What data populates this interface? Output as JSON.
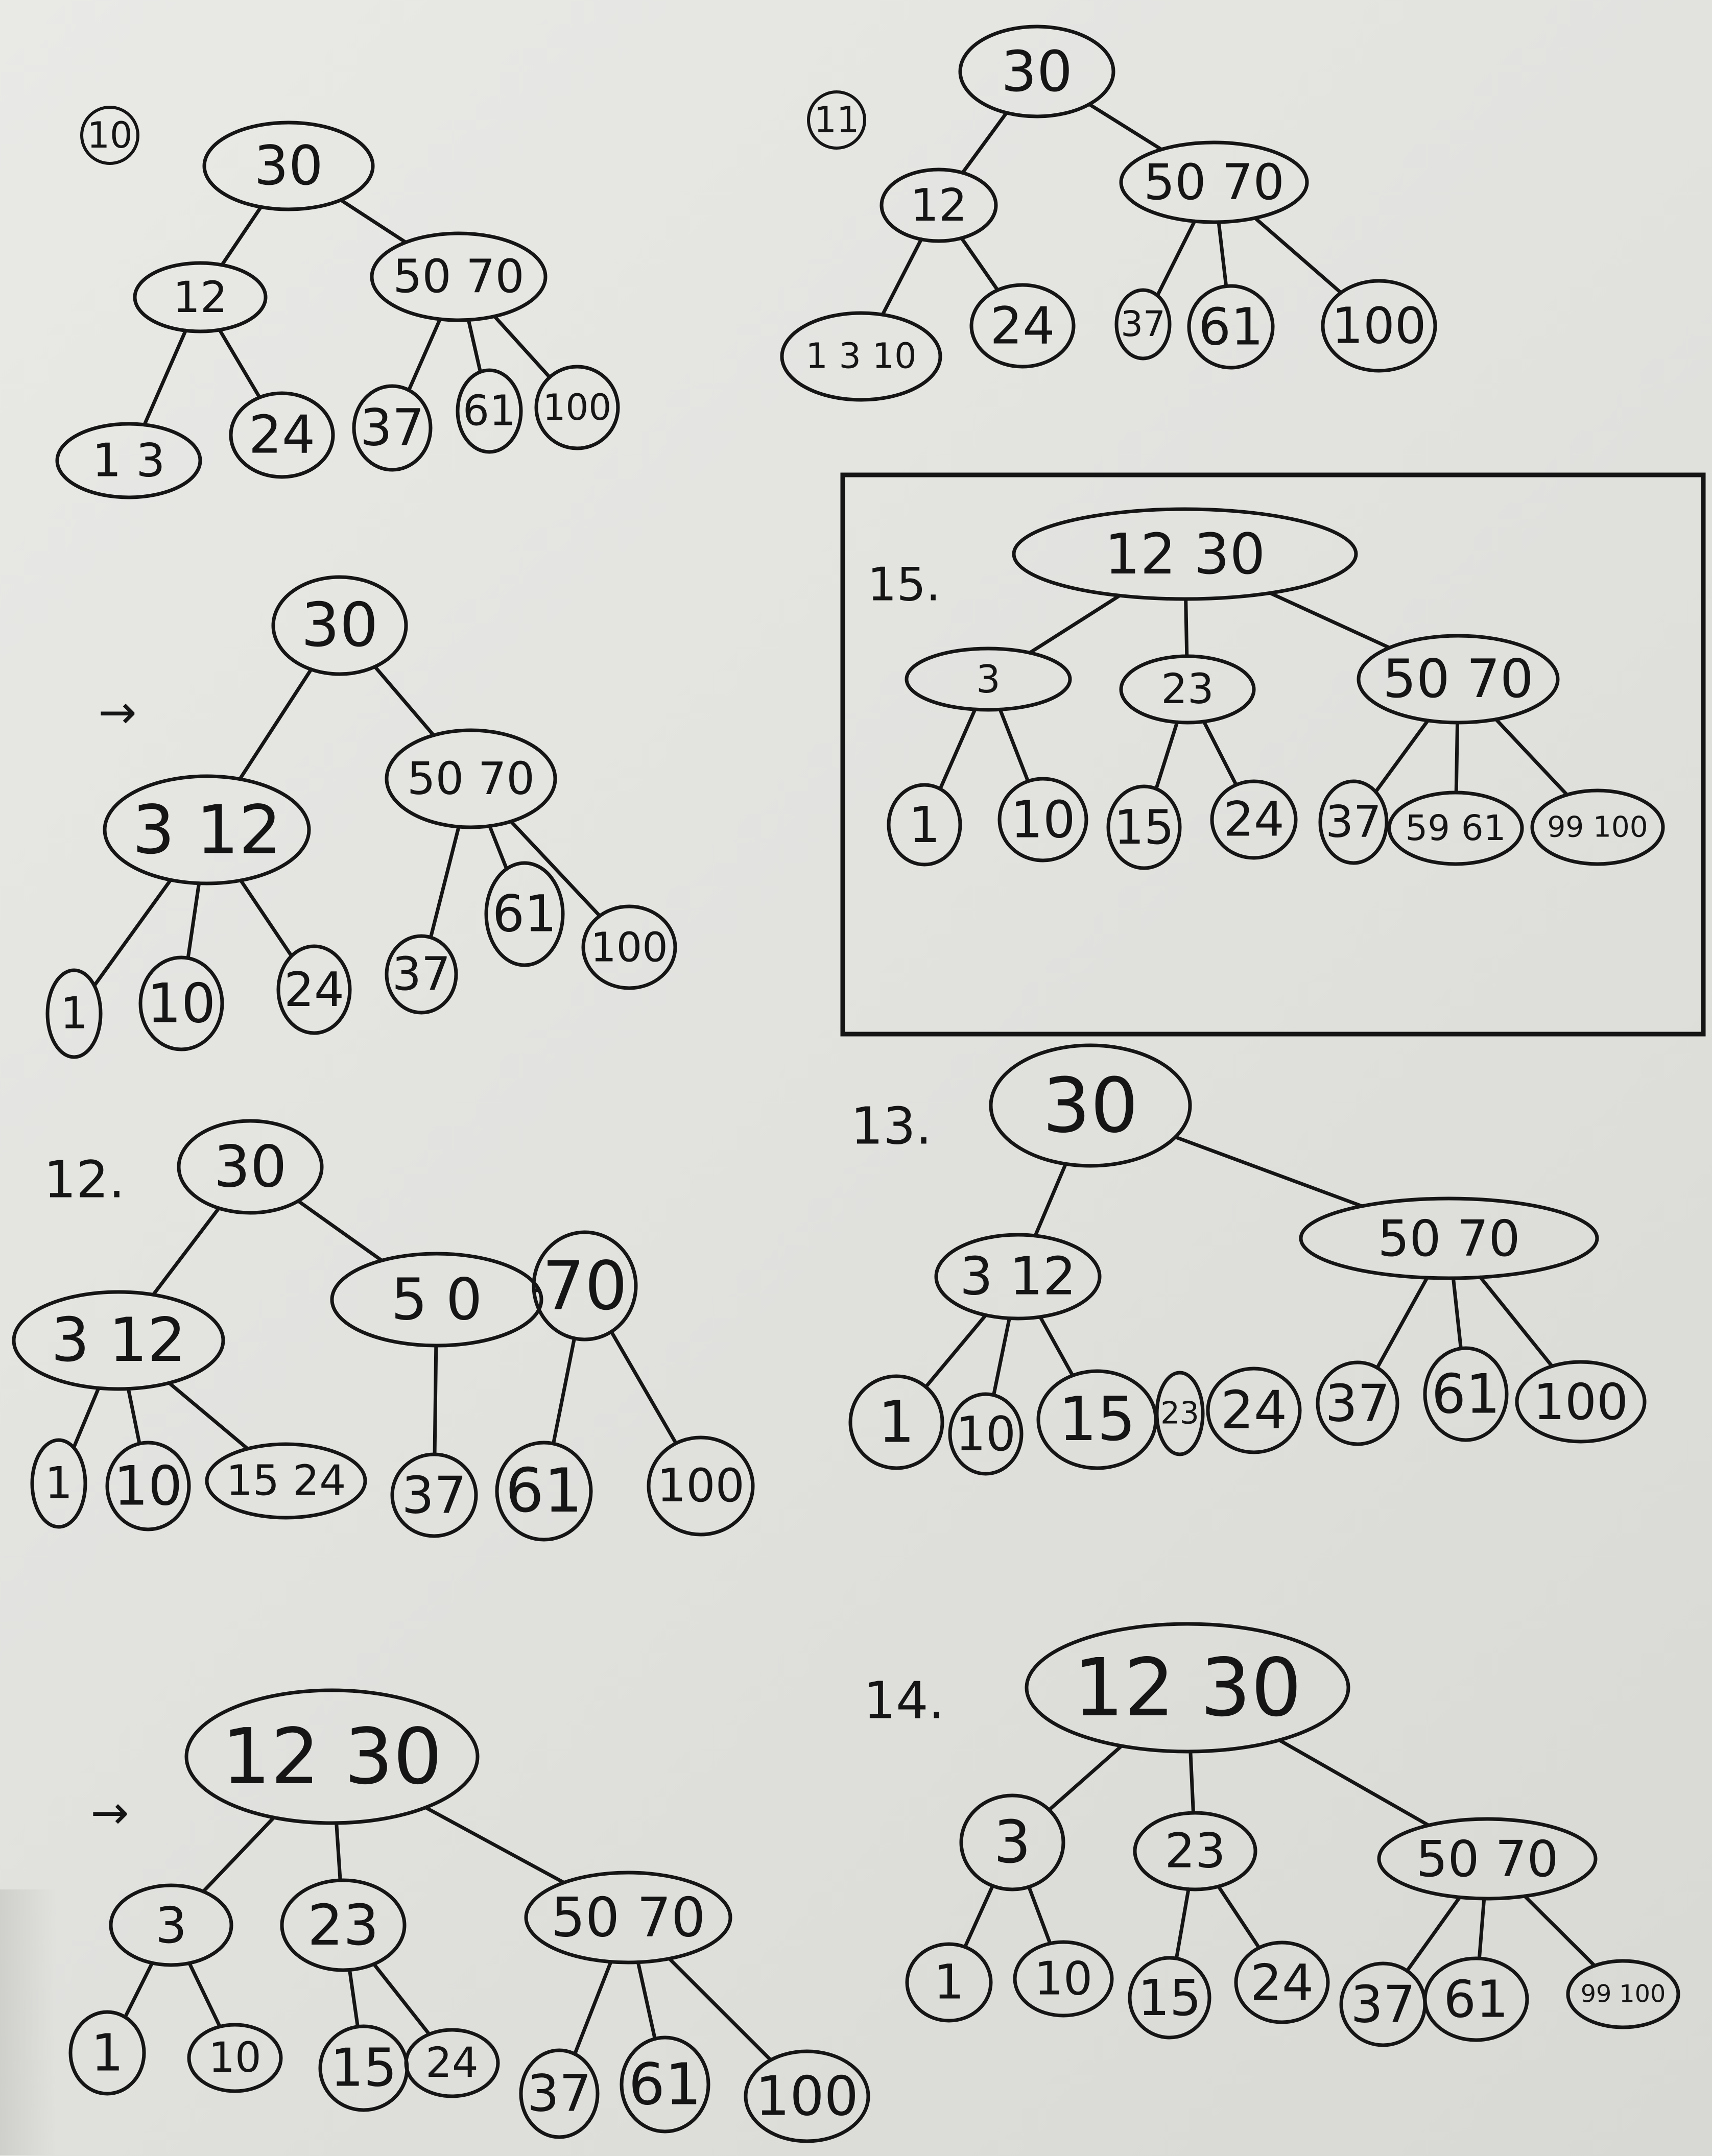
{
  "diagrams": [
    {
      "label": "10",
      "circled": true,
      "nodes": [
        {
          "id": "r",
          "text": "30"
        },
        {
          "id": "a",
          "text": "12"
        },
        {
          "id": "b",
          "text": "50 70"
        },
        {
          "id": "l1",
          "text": "1 3"
        },
        {
          "id": "l2",
          "text": "24"
        },
        {
          "id": "l3",
          "text": "37"
        },
        {
          "id": "l4",
          "text": "61"
        },
        {
          "id": "l5",
          "text": "100"
        }
      ]
    },
    {
      "label": "11",
      "circled": true,
      "nodes": [
        {
          "id": "r",
          "text": "30"
        },
        {
          "id": "a",
          "text": "12"
        },
        {
          "id": "b",
          "text": "50 70"
        },
        {
          "id": "l1",
          "text": "1 3 10"
        },
        {
          "id": "l2",
          "text": "24"
        },
        {
          "id": "l3",
          "text": "37"
        },
        {
          "id": "l4",
          "text": "61"
        },
        {
          "id": "l5",
          "text": "100"
        }
      ]
    },
    {
      "label": "→",
      "circled": false,
      "nodes": [
        {
          "id": "r",
          "text": "30"
        },
        {
          "id": "a",
          "text": "3 12"
        },
        {
          "id": "b",
          "text": "50 70"
        },
        {
          "id": "l1",
          "text": "1"
        },
        {
          "id": "l2",
          "text": "10"
        },
        {
          "id": "l3",
          "text": "24"
        },
        {
          "id": "l4",
          "text": "37"
        },
        {
          "id": "l5",
          "text": "61"
        },
        {
          "id": "l6",
          "text": "100"
        }
      ]
    },
    {
      "label": "15.",
      "circled": false,
      "boxed": true,
      "nodes": [
        {
          "id": "r",
          "text": "12 30"
        },
        {
          "id": "a",
          "text": "3"
        },
        {
          "id": "b",
          "text": "23"
        },
        {
          "id": "c",
          "text": "50 70"
        },
        {
          "id": "l1",
          "text": "1"
        },
        {
          "id": "l2",
          "text": "10"
        },
        {
          "id": "l3",
          "text": "15"
        },
        {
          "id": "l4",
          "text": "24"
        },
        {
          "id": "l5",
          "text": "37"
        },
        {
          "id": "l6",
          "text": "59 61"
        },
        {
          "id": "l7",
          "text": "99 100"
        }
      ]
    },
    {
      "label": "12.",
      "circled": false,
      "nodes": [
        {
          "id": "r",
          "text": "30"
        },
        {
          "id": "a",
          "text": "3 12"
        },
        {
          "id": "b",
          "text": "5 0"
        },
        {
          "id": "c",
          "text": "70"
        },
        {
          "id": "l1",
          "text": "1"
        },
        {
          "id": "l2",
          "text": "10"
        },
        {
          "id": "l3",
          "text": "15 24"
        },
        {
          "id": "l4",
          "text": "37"
        },
        {
          "id": "l5",
          "text": "61"
        },
        {
          "id": "l6",
          "text": "100"
        }
      ]
    },
    {
      "label": "13.",
      "circled": false,
      "nodes": [
        {
          "id": "r",
          "text": "30"
        },
        {
          "id": "a",
          "text": "3 12"
        },
        {
          "id": "b",
          "text": "50 70"
        },
        {
          "id": "l1",
          "text": "1"
        },
        {
          "id": "l2",
          "text": "10"
        },
        {
          "id": "l3",
          "text": "15"
        },
        {
          "id": "l4",
          "text": "23"
        },
        {
          "id": "l5",
          "text": "24"
        },
        {
          "id": "l6",
          "text": "37"
        },
        {
          "id": "l7",
          "text": "61"
        },
        {
          "id": "l8",
          "text": "100"
        }
      ]
    },
    {
      "label": "→",
      "circled": false,
      "nodes": [
        {
          "id": "r",
          "text": "12 30"
        },
        {
          "id": "a",
          "text": "3"
        },
        {
          "id": "b",
          "text": "23"
        },
        {
          "id": "c",
          "text": "50 70"
        },
        {
          "id": "l1",
          "text": "1"
        },
        {
          "id": "l2",
          "text": "10"
        },
        {
          "id": "l3",
          "text": "15"
        },
        {
          "id": "l4",
          "text": "24"
        },
        {
          "id": "l5",
          "text": "37"
        },
        {
          "id": "l6",
          "text": "61"
        },
        {
          "id": "l7",
          "text": "100"
        }
      ]
    },
    {
      "label": "14.",
      "circled": false,
      "nodes": [
        {
          "id": "r",
          "text": "12 30"
        },
        {
          "id": "a",
          "text": "3"
        },
        {
          "id": "b",
          "text": "23"
        },
        {
          "id": "c",
          "text": "50 70"
        },
        {
          "id": "l1",
          "text": "1"
        },
        {
          "id": "l2",
          "text": "10"
        },
        {
          "id": "l3",
          "text": "15"
        },
        {
          "id": "l4",
          "text": "24"
        },
        {
          "id": "l5",
          "text": "37"
        },
        {
          "id": "l6",
          "text": "61"
        },
        {
          "id": "l7",
          "text": "99 100"
        }
      ]
    }
  ]
}
